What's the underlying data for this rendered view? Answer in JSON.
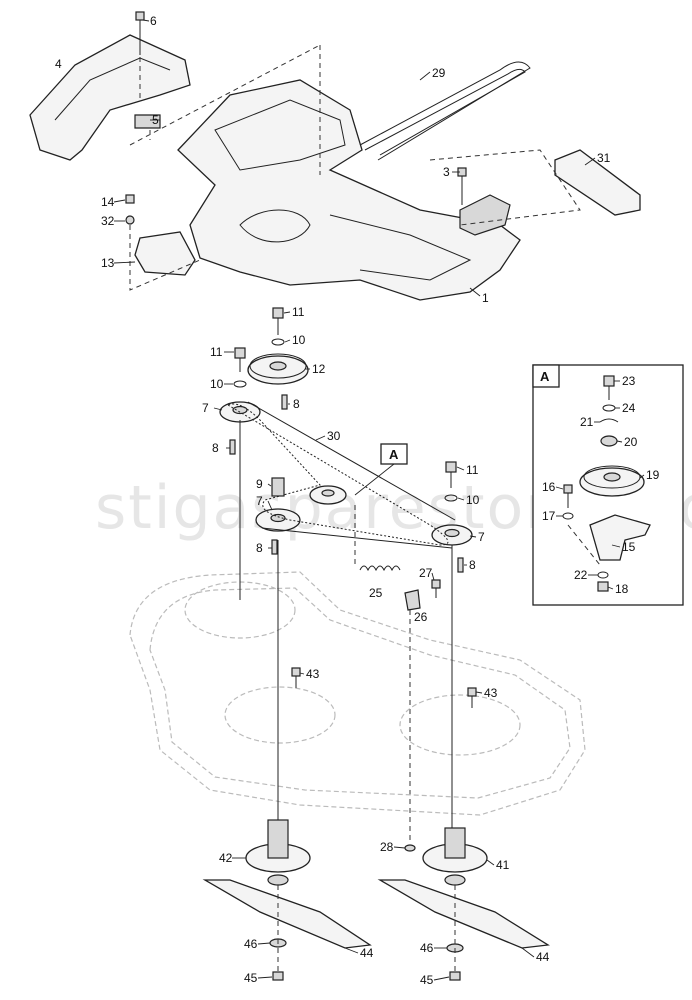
{
  "watermark": "stigasparestores.co.uk",
  "inset": {
    "title": "A"
  },
  "callout_box": "A",
  "labels": {
    "p1": "1",
    "p3": "3",
    "p4": "4",
    "p5": "5",
    "p6": "6",
    "p7a": "7",
    "p7b": "7",
    "p7c": "7",
    "p8a": "8",
    "p8b": "8",
    "p8c": "8",
    "p8d": "8",
    "p9": "9",
    "p10a": "10",
    "p10b": "10",
    "p10c": "10",
    "p11a": "11",
    "p11b": "11",
    "p11c": "11",
    "p12": "12",
    "p13": "13",
    "p14": "14",
    "p15": "15",
    "p16": "16",
    "p17": "17",
    "p18": "18",
    "p19": "19",
    "p20": "20",
    "p21": "21",
    "p22": "22",
    "p23": "23",
    "p24": "24",
    "p25": "25",
    "p26": "26",
    "p27": "27",
    "p28": "28",
    "p29": "29",
    "p30": "30",
    "p31": "31",
    "p32": "32",
    "p41": "41",
    "p42": "42",
    "p43a": "43",
    "p43b": "43",
    "p44a": "44",
    "p44b": "44",
    "p45a": "45",
    "p45b": "45",
    "p46a": "46",
    "p46b": "46"
  }
}
